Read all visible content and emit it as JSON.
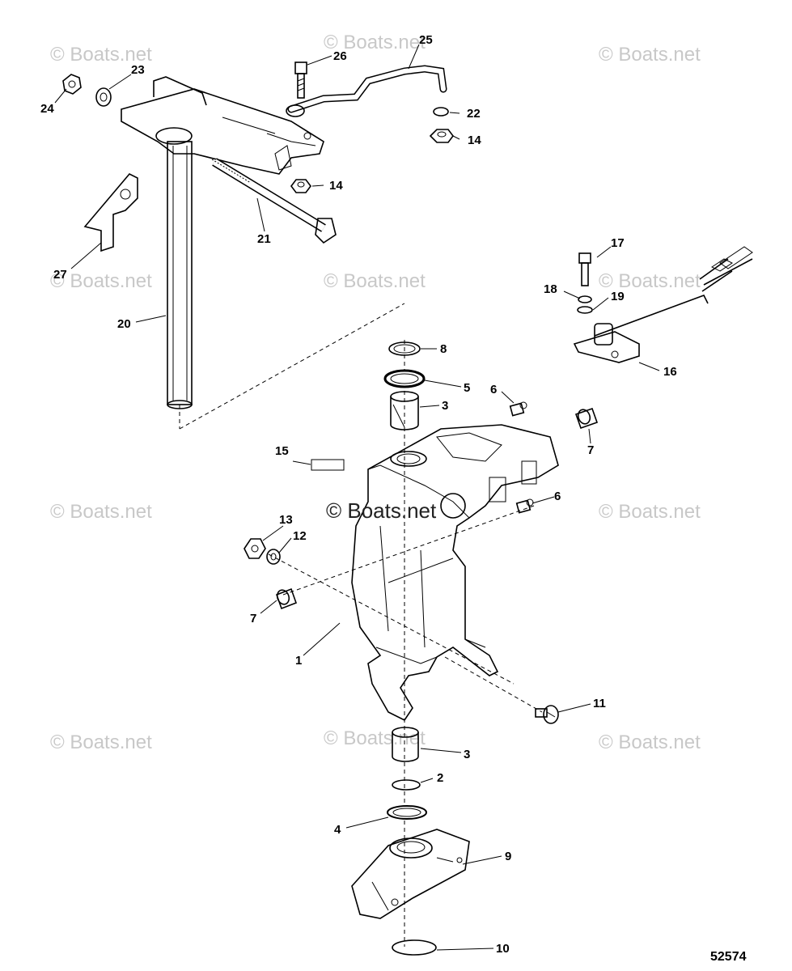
{
  "watermark": "© Boats.net",
  "diagram_number": "52574",
  "callouts": {
    "c1": "1",
    "c2": "2",
    "c3a": "3",
    "c3b": "3",
    "c4": "4",
    "c5": "5",
    "c6a": "6",
    "c6b": "6",
    "c7a": "7",
    "c7b": "7",
    "c8": "8",
    "c9": "9",
    "c10": "10",
    "c11": "11",
    "c12": "12",
    "c13": "13",
    "c14a": "14",
    "c14b": "14",
    "c15": "15",
    "c16": "16",
    "c17": "17",
    "c18": "18",
    "c19": "19",
    "c20": "20",
    "c21": "21",
    "c22": "22",
    "c23": "23",
    "c24": "24",
    "c25": "25",
    "c26": "26",
    "c27": "27"
  }
}
